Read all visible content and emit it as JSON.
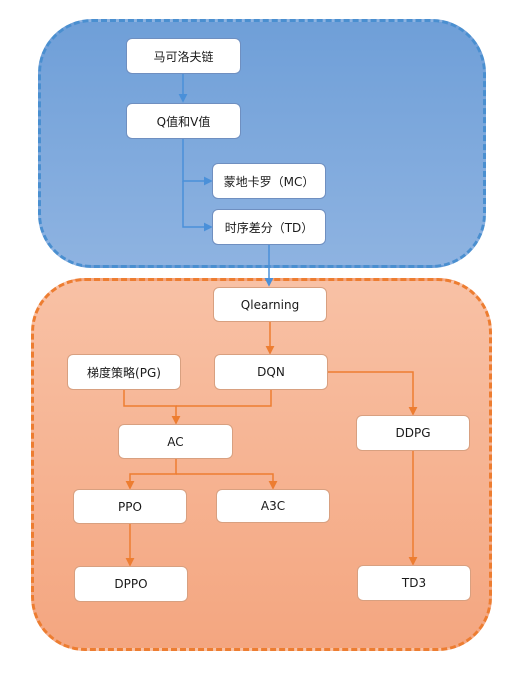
{
  "nodes": {
    "markov_chain": "马可洛夫链",
    "q_and_v": "Q值和V值",
    "monte_carlo": "蒙地卡罗（MC）",
    "td": "时序差分（TD）",
    "qlearning": "Qlearning",
    "policy_gradient": "梯度策略(PG)",
    "dqn": "DQN",
    "ac": "AC",
    "ddpg": "DDPG",
    "ppo": "PPO",
    "a3c": "A3C",
    "dppo": "DPPO",
    "td3": "TD3"
  },
  "colors": {
    "blue_arrow": "#4a90d9",
    "orange_arrow": "#ed7d31",
    "blue_group": "#8eb3e1",
    "orange_group": "#f6b08f"
  }
}
